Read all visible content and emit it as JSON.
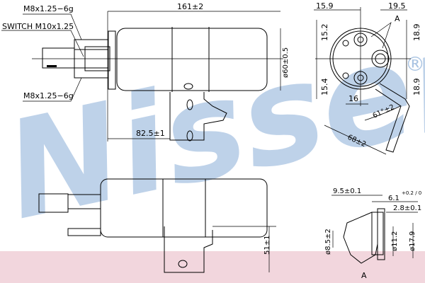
{
  "watermark": {
    "brand": "Nissens",
    "registered": "®",
    "color": "#a9c3e2",
    "band_color": "#f2d6dd"
  },
  "side_view": {
    "thread_top": "M8x1.25−6g",
    "switch": "SWITCH  M10x1.25",
    "thread_bottom": "M8x1.25−6g",
    "length": "161±2",
    "diameter": "ø60±0.5",
    "bracket_offset": "82.5±1"
  },
  "bottom_view": {
    "height": "51±1"
  },
  "end_view": {
    "dim_left": "15.9",
    "dim_right": "19.5",
    "detail_ref": "A",
    "dim_top_left": "15.2",
    "dim_top_right": "18.9",
    "dim_bottom_left": "15.4",
    "dim_bottom_right": "18.9",
    "dim_16": "16",
    "angle": "61°±2",
    "bracket_len": "68±2"
  },
  "detail_a": {
    "d1": "9.5±0.1",
    "d2": "6.1",
    "d2_tol": "+0.2 / 0",
    "d3": "2.8±0.1",
    "dia1": "ø8.5±2",
    "dia2": "ø11.2",
    "dia3": "ø17.9",
    "label": "A"
  }
}
